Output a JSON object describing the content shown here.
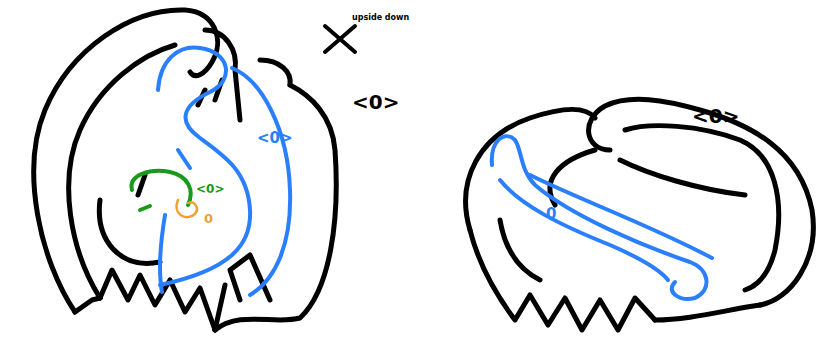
{
  "diagram": {
    "labels": [
      "upside down",
      "<0>",
      "<0>",
      "<0>",
      "0",
      "<0>",
      "0"
    ]
  }
}
